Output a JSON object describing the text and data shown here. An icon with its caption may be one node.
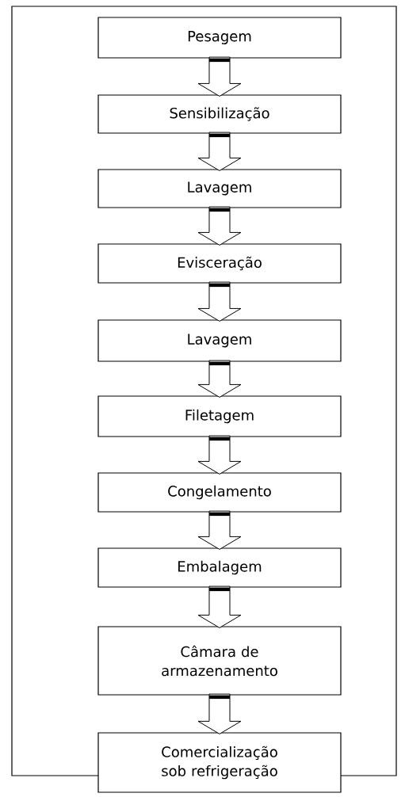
{
  "diagram": {
    "nodes": [
      {
        "text": [
          "Pesagem"
        ]
      },
      {
        "text": [
          "Sensibilização"
        ]
      },
      {
        "text": [
          "Lavagem"
        ]
      },
      {
        "text": [
          "Evisceração"
        ]
      },
      {
        "text": [
          "Lavagem"
        ]
      },
      {
        "text": [
          "Filetagem"
        ]
      },
      {
        "text": [
          "Congelamento"
        ]
      },
      {
        "text": [
          "Embalagem"
        ]
      },
      {
        "text": [
          "Câmara de armazenamento"
        ]
      },
      {
        "text": [
          "Comercialização sob refrigeração"
        ]
      }
    ],
    "edges": [
      {
        "from": 0,
        "to": 1,
        "arrow": "to"
      },
      {
        "from": 1,
        "to": 2,
        "arrow": "to"
      },
      {
        "from": 2,
        "to": 3,
        "arrow": "to"
      },
      {
        "from": 3,
        "to": 4,
        "arrow": "to"
      },
      {
        "from": 4,
        "to": 5,
        "arrow": "to"
      },
      {
        "from": 5,
        "to": 6,
        "arrow": "to"
      },
      {
        "from": 6,
        "to": 7,
        "arrow": "to"
      },
      {
        "from": 7,
        "to": 8,
        "arrow": "to"
      },
      {
        "from": 8,
        "to": 9,
        "arrow": "to"
      }
    ]
  }
}
